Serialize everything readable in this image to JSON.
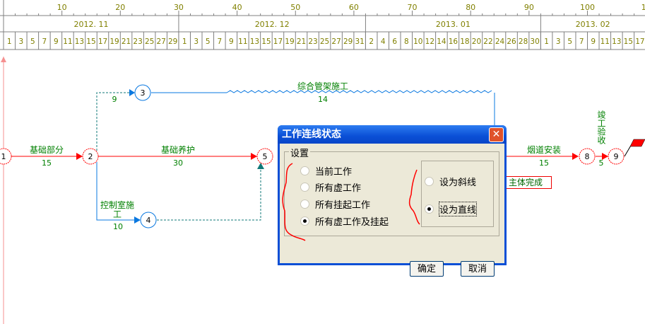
{
  "ruler": {
    "scale_numbers": [
      "10",
      "20",
      "30",
      "40",
      "50",
      "60",
      "70",
      "80",
      "90",
      "100",
      "1"
    ],
    "months": [
      {
        "label": "2012. 11",
        "days": [
          "1",
          "3",
          "5",
          "7",
          "9",
          "11",
          "13",
          "15",
          "17",
          "19",
          "21",
          "23",
          "25",
          "27",
          "29"
        ]
      },
      {
        "label": "2012. 12",
        "days": [
          "1",
          "3",
          "5",
          "7",
          "9",
          "11",
          "13",
          "15",
          "17",
          "19",
          "21",
          "23",
          "25",
          "27",
          "29",
          "31"
        ]
      },
      {
        "label": "2013. 01",
        "days": [
          "2",
          "4",
          "6",
          "8",
          "10",
          "12",
          "14",
          "16",
          "18",
          "20",
          "22",
          "24",
          "26",
          "28",
          "30"
        ]
      },
      {
        "label": "2013. 02",
        "days": [
          "1",
          "3",
          "5",
          "7",
          "9",
          "11",
          "13",
          "15",
          "17"
        ]
      }
    ]
  },
  "network": {
    "nodes": [
      "1",
      "2",
      "3",
      "4",
      "5",
      "8",
      "9"
    ],
    "activities": {
      "a12": {
        "name": "基础部分",
        "duration": "15"
      },
      "a23": {
        "duration": "9"
      },
      "a25": {
        "name": "基础养护",
        "duration": "30"
      },
      "a24": {
        "name": "控制室施",
        "name2": "工",
        "duration": "10"
      },
      "a3x": {
        "name": "综合管架施工",
        "duration": "14"
      },
      "a58": {
        "name": "烟道安装",
        "duration": "15"
      },
      "a89": {
        "name": "竣工验收",
        "duration": "5"
      }
    },
    "milestone": "主体完成",
    "colors": {
      "critical": "#ff0000",
      "normal": "#0a78e0",
      "dummy": "#107878",
      "label": "#008000"
    }
  },
  "dialog": {
    "title": "工作连线状态",
    "group_label": "设置",
    "scope_options": [
      {
        "label": "当前工作",
        "selected": false
      },
      {
        "label": "所有虚工作",
        "selected": false
      },
      {
        "label": "所有挂起工作",
        "selected": false
      },
      {
        "label": "所有虚工作及挂起",
        "selected": true
      }
    ],
    "line_options": [
      {
        "label": "设为斜线",
        "selected": false
      },
      {
        "label": "设为直线",
        "selected": true
      }
    ],
    "ok": "确定",
    "cancel": "取消"
  }
}
